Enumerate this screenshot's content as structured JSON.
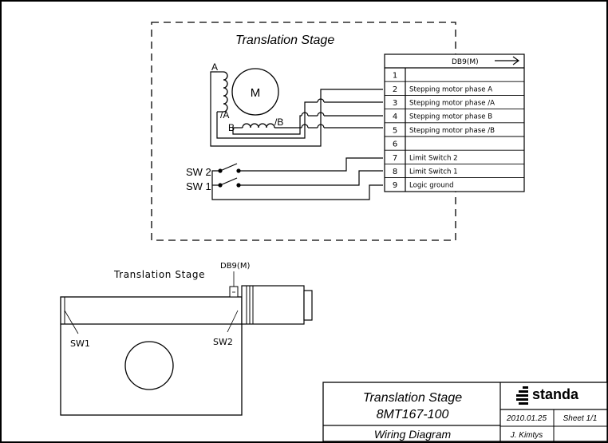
{
  "top_diagram": {
    "title": "Translation Stage",
    "motor": {
      "label": "M",
      "coil_labels": {
        "a": "A",
        "not_a": "/A",
        "b": "B",
        "not_b": "/B"
      }
    },
    "switches": [
      {
        "label": "SW 2"
      },
      {
        "label": "SW 1"
      }
    ],
    "connector": {
      "header": "DB9(M)",
      "pins": [
        {
          "num": "1",
          "desc": ""
        },
        {
          "num": "2",
          "desc": "Stepping motor phase A"
        },
        {
          "num": "3",
          "desc": "Stepping motor phase /A"
        },
        {
          "num": "4",
          "desc": "Stepping motor phase B"
        },
        {
          "num": "5",
          "desc": "Stepping motor phase /B"
        },
        {
          "num": "6",
          "desc": ""
        },
        {
          "num": "7",
          "desc": "Limit Switch 2"
        },
        {
          "num": "8",
          "desc": "Limit Switch 1"
        },
        {
          "num": "9",
          "desc": "Logic ground"
        }
      ]
    }
  },
  "bottom_diagram": {
    "title": "Translation Stage",
    "connector_label": "DB9(M)",
    "sw1_label": "SW1",
    "sw2_label": "SW2"
  },
  "title_block": {
    "product_name": "Translation Stage",
    "model": "8MT167-100",
    "doc_type": "Wiring Diagram",
    "brand": "standa",
    "date": "2010.01.25",
    "sheet": "Sheet 1/1",
    "author": "J. Kimtys"
  }
}
